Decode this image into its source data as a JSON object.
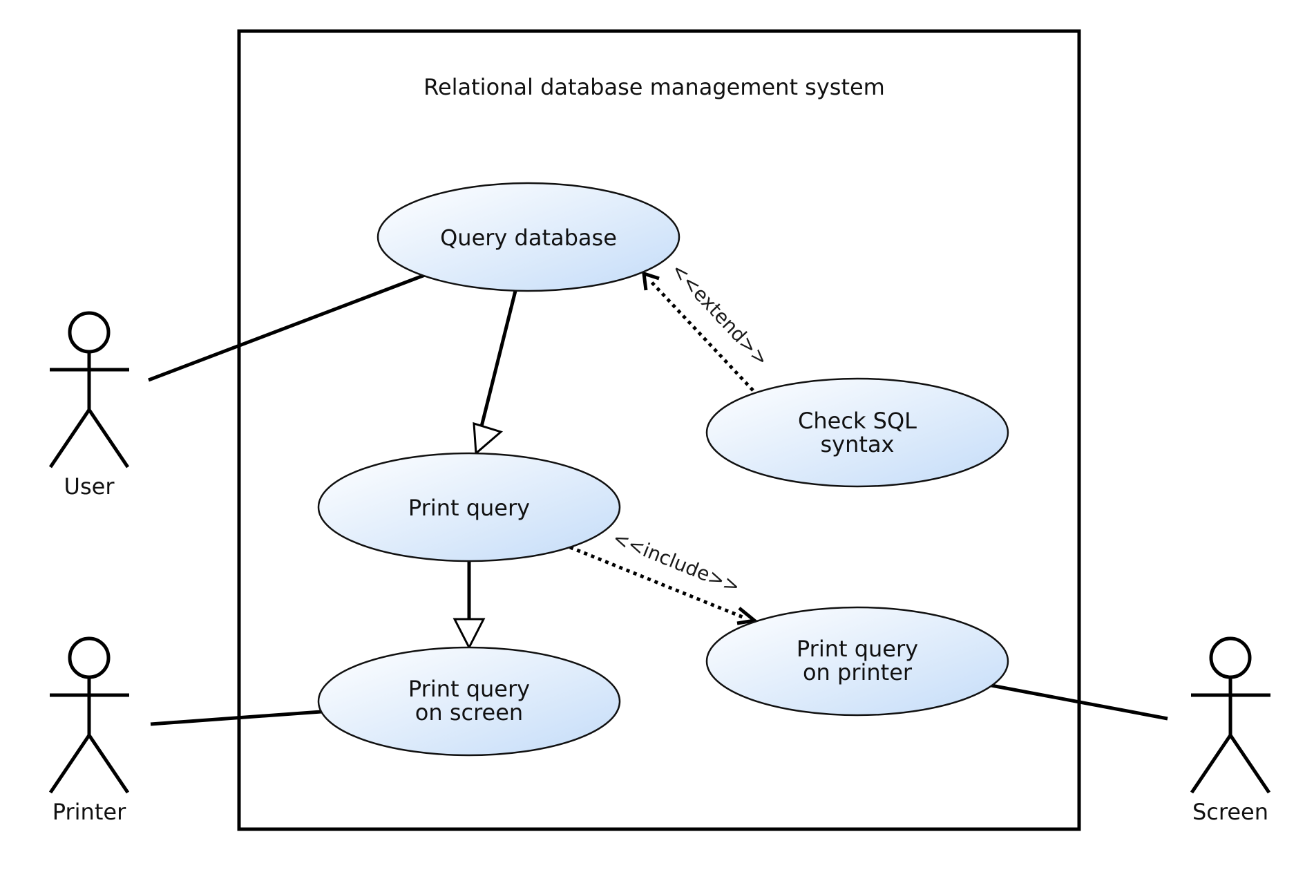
{
  "system": {
    "title": "Relational database management system"
  },
  "actors": {
    "user": "User",
    "printer": "Printer",
    "screen": "Screen"
  },
  "use_cases": {
    "query_database": [
      "Query database"
    ],
    "check_sql": [
      "Check SQL",
      "syntax"
    ],
    "print_query": [
      "Print query"
    ],
    "print_screen": [
      "Print query",
      "on screen"
    ],
    "print_printer": [
      "Print query",
      "on printer"
    ]
  },
  "relations": {
    "extend": "<<extend>>",
    "include": "<<include>>"
  },
  "colors": {
    "usecase_fill_top": "#ffffff",
    "usecase_fill_bottom": "#c8e0fb",
    "stroke": "#000000"
  }
}
